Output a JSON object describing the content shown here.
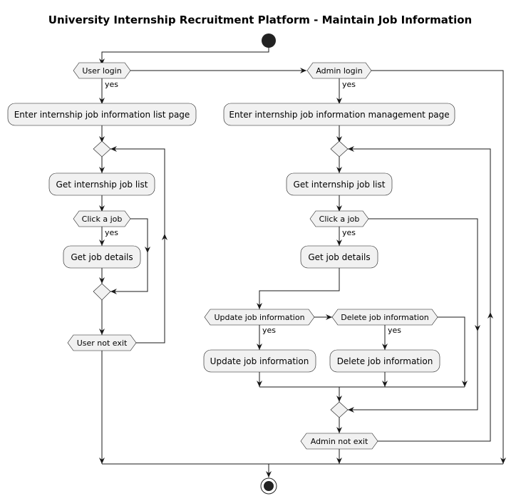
{
  "diagram": {
    "title": "University Internship Recruitment Platform - Maintain Job Information",
    "user": {
      "login": "User login",
      "yes_login": "yes",
      "enter_page": "Enter internship job information list page",
      "get_list": "Get internship job list",
      "click_job": "Click a job",
      "yes_click": "yes",
      "get_details": "Get job details",
      "not_exit": "User not exit"
    },
    "admin": {
      "login": "Admin login",
      "yes_login": "yes",
      "enter_page": "Enter internship job information management page",
      "get_list": "Get internship job list",
      "click_job": "Click a job",
      "yes_click": "yes",
      "get_details": "Get job details",
      "update_decision": "Update job information",
      "yes_update": "yes",
      "update_action": "Update job information",
      "delete_decision": "Delete job information",
      "yes_delete": "yes",
      "delete_action": "Delete job information",
      "not_exit": "Admin not exit"
    }
  }
}
